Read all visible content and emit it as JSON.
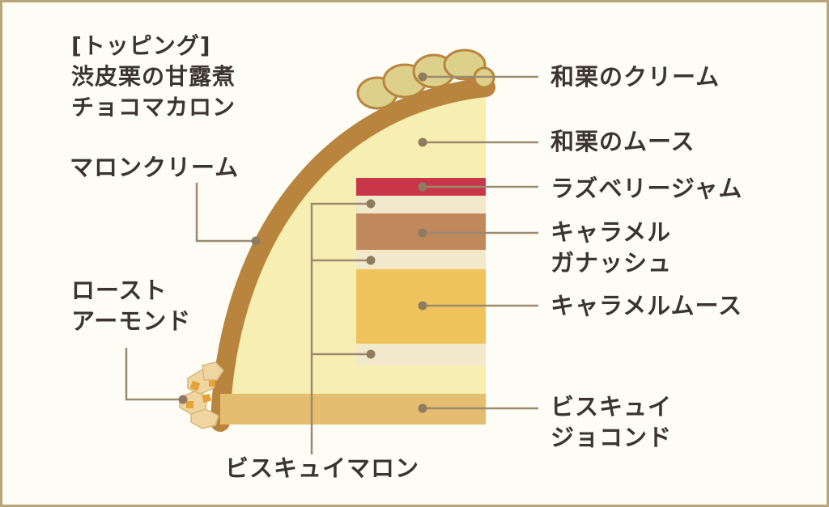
{
  "colors": {
    "border": "#b9a57a",
    "background": "#fefdf5",
    "outer_crust": "#b8843e",
    "cake_body": "#f7efb2",
    "raspberry_jam": "#c8364a",
    "cream_band": "#f2e8cc",
    "caramel_ganache": "#c0895c",
    "caramel_mousse": "#efc45c",
    "biscuit_joconde": "#e5bd70",
    "marron_cream": "#ddd08a",
    "almond": "#efd5a0",
    "almond_bits": "#e9a23a",
    "leader_line": "#9a8a70",
    "dot": "#8f7c5e",
    "text": "#3a3530"
  },
  "labels": {
    "topping": {
      "lines": [
        "[トッピング]",
        "渋皮栗の甘露煮",
        "チョコマカロン"
      ]
    },
    "marron_cream": {
      "lines": [
        "マロンクリーム"
      ]
    },
    "roast_almond": {
      "lines": [
        "ロースト",
        "アーモンド"
      ]
    },
    "biscuit_marron": {
      "lines": [
        "ビスキュイマロン"
      ]
    },
    "waguri_cream": {
      "lines": [
        "和栗のクリーム"
      ]
    },
    "waguri_mousse": {
      "lines": [
        "和栗のムース"
      ]
    },
    "raspberry_jam": {
      "lines": [
        "ラズベリージャム"
      ]
    },
    "caramel_ganache": {
      "lines": [
        "キャラメル",
        "ガナッシュ"
      ]
    },
    "caramel_mousse": {
      "lines": [
        "キャラメルムース"
      ]
    },
    "biscuit_joconde": {
      "lines": [
        "ビスキュイ",
        "ジョコンド"
      ]
    }
  }
}
